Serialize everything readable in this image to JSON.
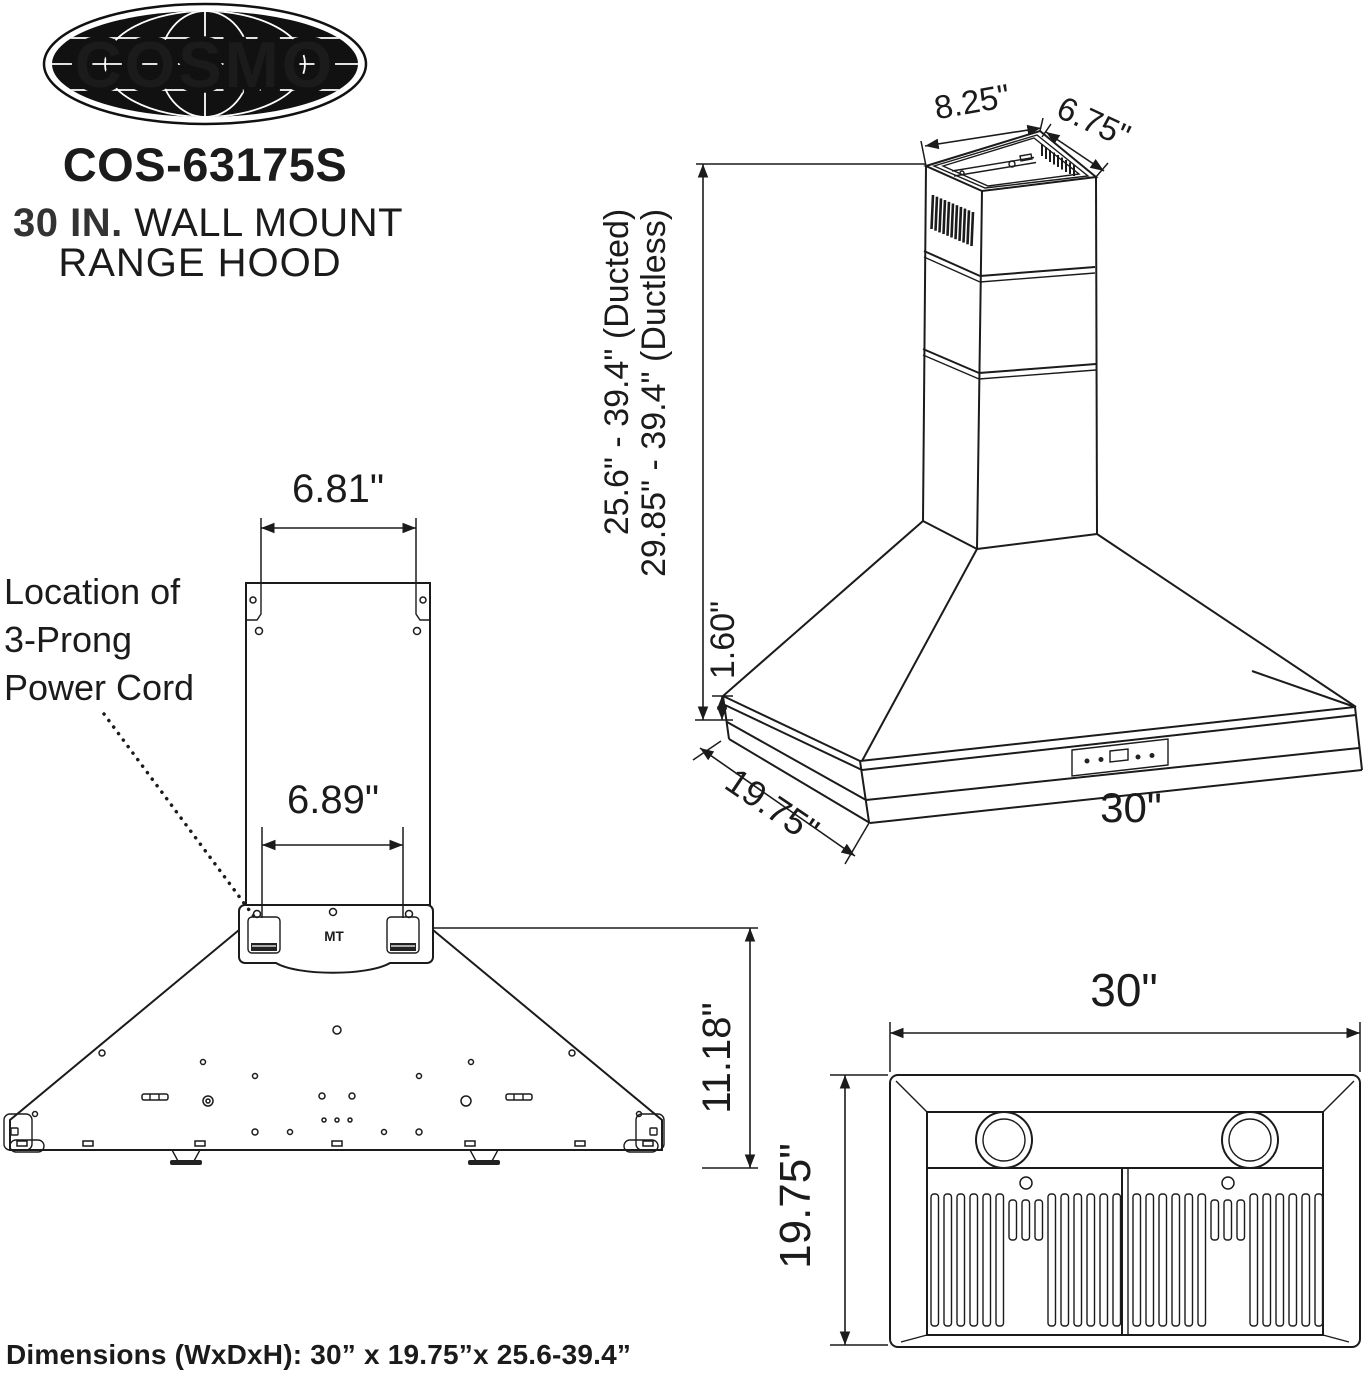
{
  "brand": {
    "logo_text": "COSMO",
    "model": "COS-63175S",
    "size": "30 IN.",
    "title_rest": " WALL MOUNT",
    "title_line2": "RANGE HOOD"
  },
  "iso_view": {
    "duct_top_width": "8.25\"",
    "duct_top_depth": "6.75\"",
    "height_range_ducted": "25.6\" - 39.4\" (Ducted)",
    "height_range_ductless": "29.85\" - 39.4\" (Ductless)",
    "base_lip_height": "1.60\"",
    "depth": "19.75\"",
    "width": "30\""
  },
  "front_view": {
    "duct_opening_width": "6.81\"",
    "bracket_hole_spacing": "6.89\"",
    "hood_body_height": "11.18\"",
    "note_line1": "Location of",
    "note_line2": "3-Prong",
    "note_line3": "Power Cord",
    "bracket_mark": "MT"
  },
  "bottom_view": {
    "width": "30\"",
    "depth": "19.75\""
  },
  "footer": {
    "dimensions_text": "Dimensions (WxDxH): 30” x 19.75”x 25.6-39.4”"
  }
}
